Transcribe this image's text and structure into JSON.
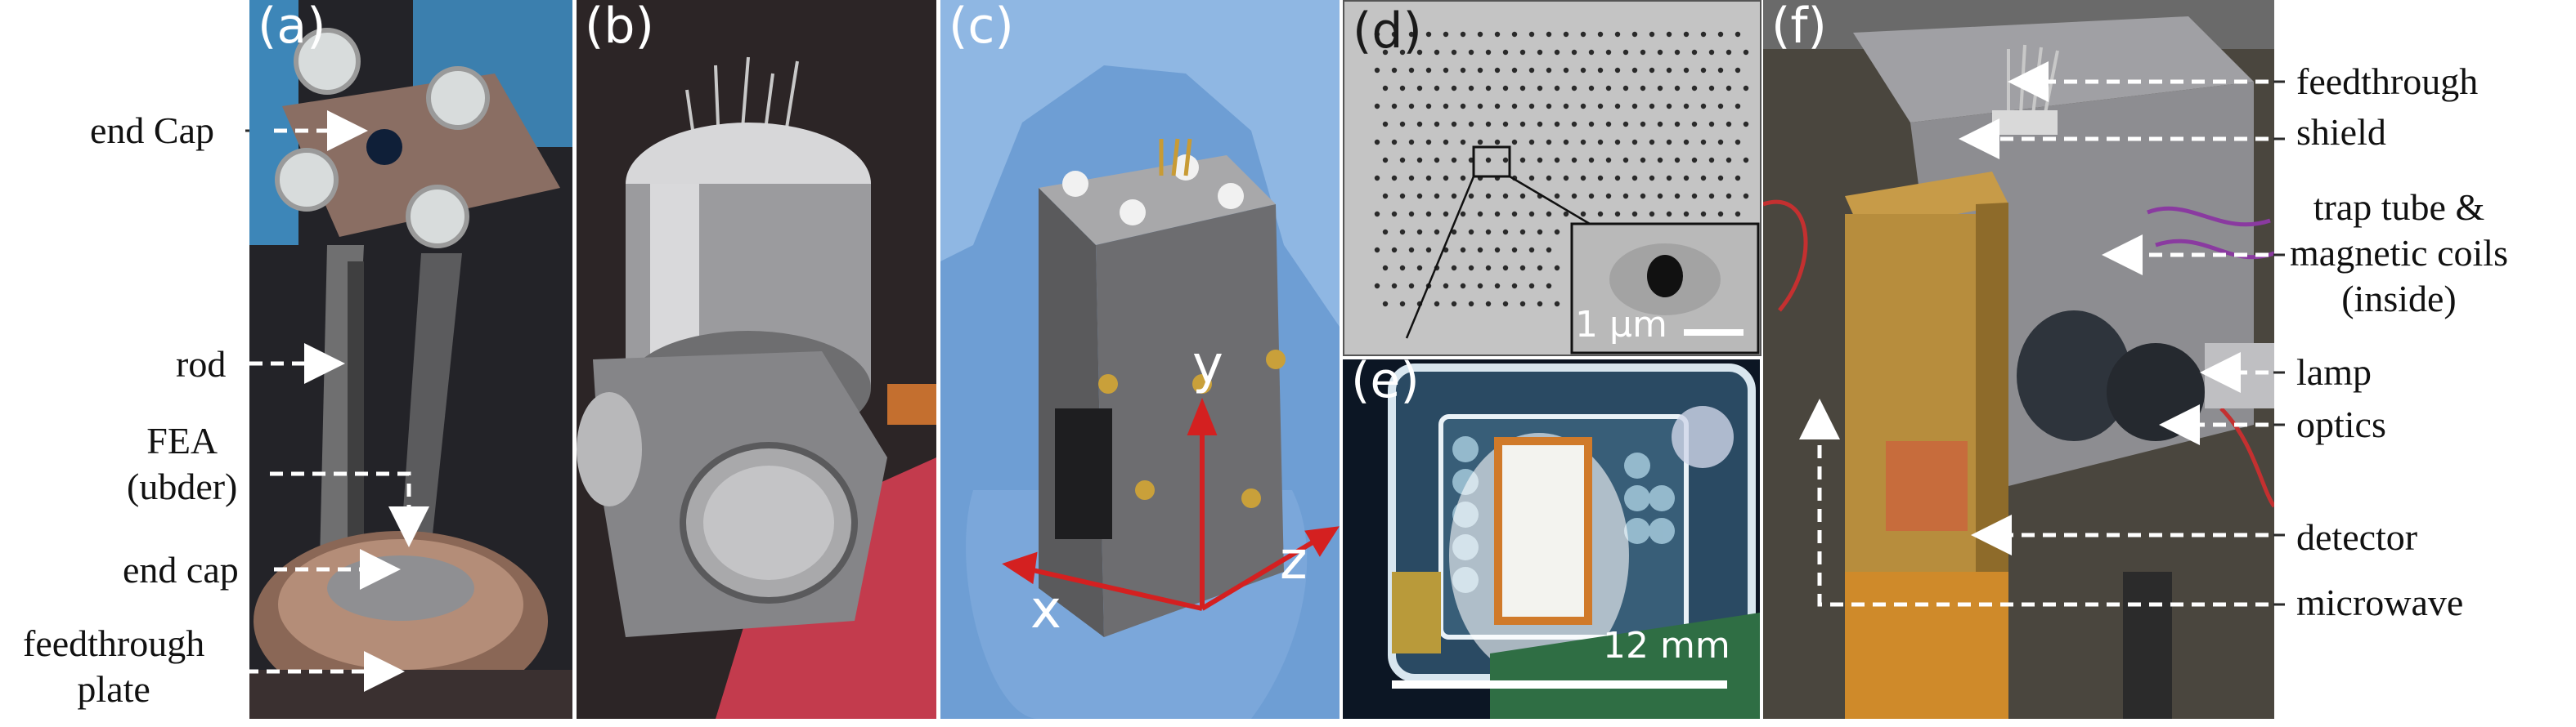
{
  "panels": {
    "a": "(a)",
    "b": "(b)",
    "c": "(c)",
    "d": "(d)",
    "e": "(e)",
    "f": "(f)"
  },
  "left_labels": {
    "end_cap_top": "end Cap",
    "rod": "rod",
    "fea_line1": "FEA",
    "fea_line2": "(ubder)",
    "end_cap_bottom": "end cap",
    "feedthrough_line1": "feedthrough",
    "feedthrough_line2": "plate"
  },
  "right_labels": {
    "feedthrough": "feedthrough",
    "shield": "shield",
    "trap_line1": "trap tube &",
    "trap_line2": "magnetic coils",
    "trap_line3": "(inside)",
    "lamp": "lamp",
    "optics": "optics",
    "detector": "detector",
    "microwave": "microwave"
  },
  "axes": {
    "x": "x",
    "y": "y",
    "z": "z"
  },
  "scales": {
    "d": "1 μm",
    "e": "12 mm"
  },
  "colors": {
    "axis_arrow": "#d42020",
    "callout_arrow": "#555555",
    "glove": "#7aa6d8"
  }
}
